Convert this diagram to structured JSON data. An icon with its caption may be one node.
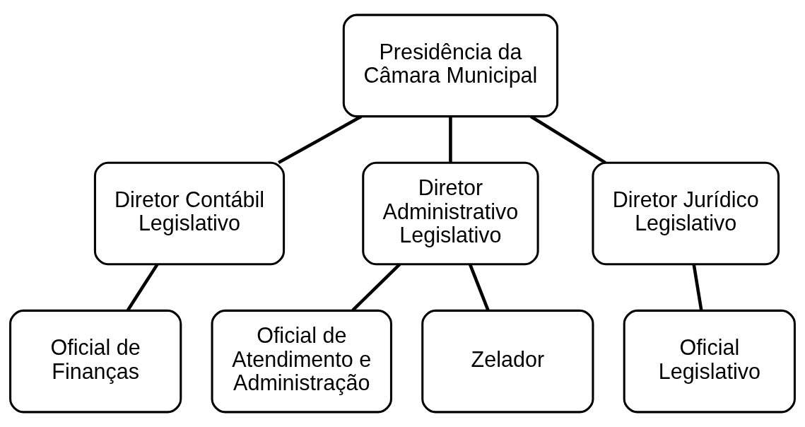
{
  "diagram": {
    "nodes": [
      {
        "text": [
          "Presidência da Câmara Municipal"
        ]
      },
      {
        "text": [
          "Diretor Contábil Legislativo"
        ]
      },
      {
        "text": [
          "Diretor Administrativo Legislativo"
        ]
      },
      {
        "text": [
          "Diretor Jurídico Legislativo"
        ]
      },
      {
        "text": [
          "Oficial de Finanças"
        ]
      },
      {
        "text": [
          "Oficial de Atendimento e Administração"
        ]
      },
      {
        "text": [
          "Zelador"
        ]
      },
      {
        "text": [
          "Oficial Legislativo"
        ]
      }
    ],
    "edges": [
      {
        "from": 0,
        "to": 1,
        "arrow": "none"
      },
      {
        "from": 0,
        "to": 2,
        "arrow": "none"
      },
      {
        "from": 0,
        "to": 3,
        "arrow": "none"
      },
      {
        "from": 1,
        "to": 4,
        "arrow": "none"
      },
      {
        "from": 2,
        "to": 5,
        "arrow": "none"
      },
      {
        "from": 2,
        "to": 6,
        "arrow": "none"
      },
      {
        "from": 3,
        "to": 7,
        "arrow": "none"
      }
    ]
  }
}
